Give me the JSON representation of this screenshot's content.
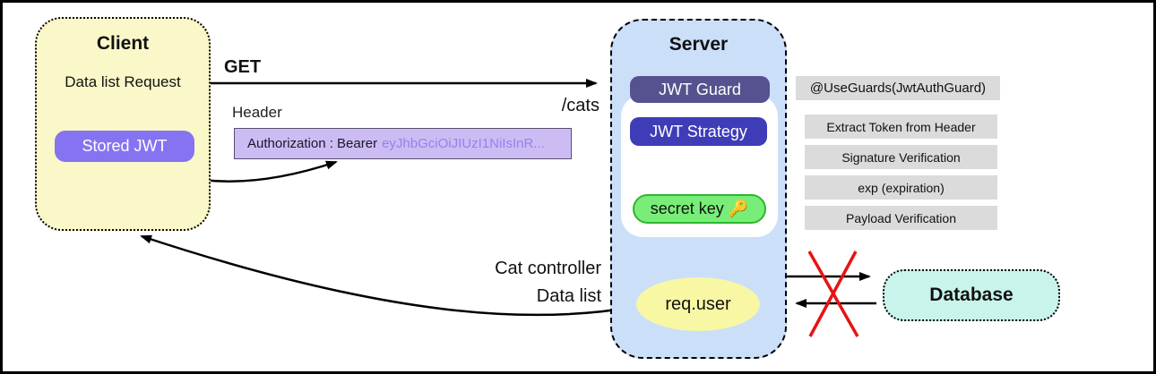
{
  "client": {
    "title": "Client",
    "request_label": "Data list Request",
    "stored_jwt_label": "Stored JWT"
  },
  "request": {
    "method": "GET",
    "path": "/cats",
    "header_label": "Header",
    "auth_label": "Authorization : Bearer",
    "token_preview": "eyJhbGciOiJIUzI1NiIsInR..."
  },
  "server": {
    "title": "Server",
    "guard_label": "JWT Guard",
    "strategy_label": "JWT Strategy",
    "secret_key_label": "secret key",
    "key_icon": "🔑",
    "req_user_label": "req.user"
  },
  "annotations": {
    "guard_decorator": "@UseGuards(JwtAuthGuard)",
    "strategy_steps": [
      "Extract Token from Header",
      "Signature Verification",
      "exp (expiration)",
      "Payload Verification"
    ]
  },
  "response": {
    "controller_label": "Cat controller",
    "data_label": "Data list"
  },
  "database": {
    "title": "Database"
  },
  "colors": {
    "client_fill": "#FAF7C8",
    "stored_jwt_fill": "#8673F2",
    "auth_box_fill": "#CDBCF3",
    "token_text": "#9183EE",
    "server_fill": "#CBDFF9",
    "guard_fill": "#55528F",
    "strategy_fill": "#3F3CB8",
    "secret_key_fill": "#78EE78",
    "secret_key_border": "#2FB52F",
    "req_user_fill": "#F8F7A4",
    "annotation_fill": "#DBDBDB",
    "database_fill": "#C9F4EC",
    "blocked_x": "#E81212"
  }
}
